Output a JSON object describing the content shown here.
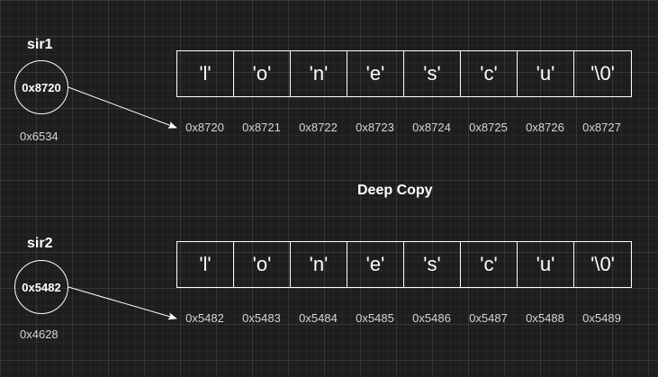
{
  "title": "Deep Copy",
  "pointers": [
    {
      "name": "sir1",
      "value": "0x8720",
      "own_address": "0x6534",
      "cells": [
        "'l'",
        "'o'",
        "'n'",
        "'e'",
        "'s'",
        "'c'",
        "'u'",
        "'\\0'"
      ],
      "addresses": [
        "0x8720",
        "0x8721",
        "0x8722",
        "0x8723",
        "0x8724",
        "0x8725",
        "0x8726",
        "0x8727"
      ]
    },
    {
      "name": "sir2",
      "value": "0x5482",
      "own_address": "0x4628",
      "cells": [
        "'l'",
        "'o'",
        "'n'",
        "'e'",
        "'s'",
        "'c'",
        "'u'",
        "'\\0'"
      ],
      "addresses": [
        "0x5482",
        "0x5483",
        "0x5484",
        "0x5485",
        "0x5486",
        "0x5487",
        "0x5488",
        "0x5489"
      ]
    }
  ]
}
